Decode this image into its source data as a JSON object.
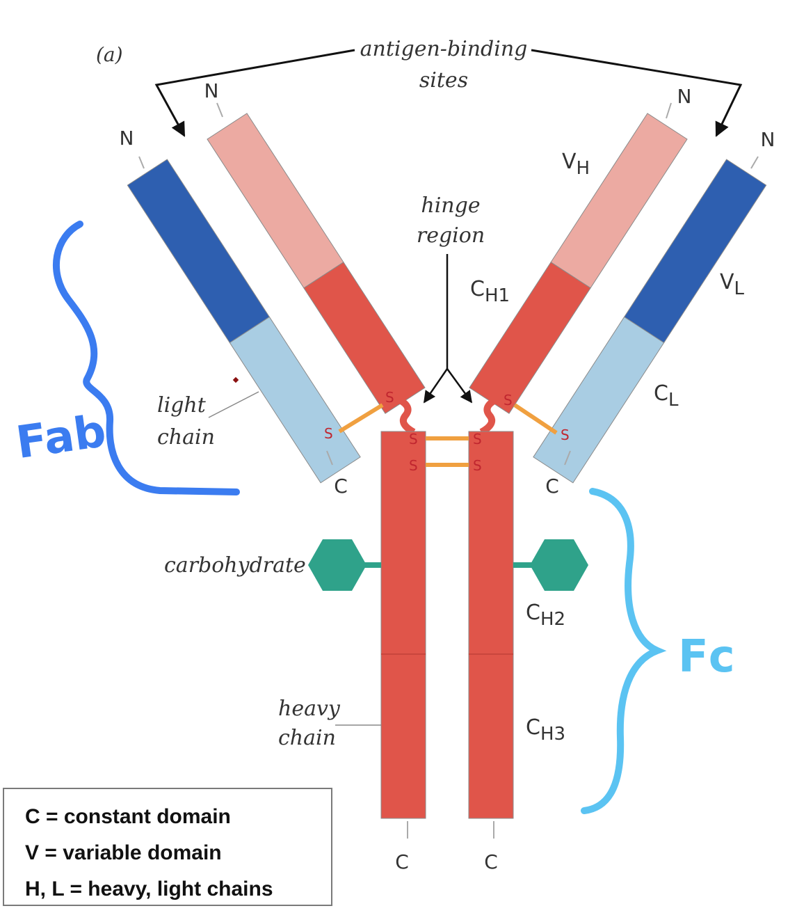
{
  "panel_label": "(a)",
  "labels": {
    "antigen_binding_sites": [
      "antigen-binding",
      "sites"
    ],
    "hinge_region": [
      "hinge",
      "region"
    ],
    "light_chain": [
      "light",
      "chain"
    ],
    "heavy_chain": [
      "heavy",
      "chain"
    ],
    "carbohydrate": "carbohydrate"
  },
  "termini": {
    "n": "N",
    "c": "C"
  },
  "domains": {
    "vh": {
      "main": "V",
      "sub": "H"
    },
    "vl": {
      "main": "V",
      "sub": "L"
    },
    "ch1": {
      "main": "C",
      "sub": "H1"
    },
    "cl": {
      "main": "C",
      "sub": "L"
    },
    "ch2": {
      "main": "C",
      "sub": "H2"
    },
    "ch3": {
      "main": "C",
      "sub": "H3"
    }
  },
  "disulfide_symbol": "S",
  "annotations": {
    "fab": "Fab",
    "fc": "Fc"
  },
  "legend": [
    "C = constant domain",
    "V = variable domain",
    "H, L = heavy, light chains"
  ],
  "colors": {
    "variable_heavy": "#ecaaa2",
    "constant_heavy": "#e0554a",
    "variable_light": "#2e5fb0",
    "constant_light": "#a9cde3",
    "carbohydrate": "#2fa28a",
    "disulfide_bond": "#f0a040",
    "fab_bracket": "#3b7cf0",
    "fc_bracket": "#5bc3f2"
  }
}
